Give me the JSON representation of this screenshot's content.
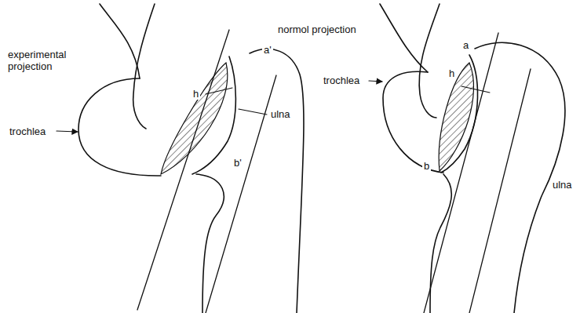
{
  "diagram": {
    "labels": [
      "experimental projection",
      "trochlea",
      "a'",
      "h",
      "ulna",
      "b'",
      "normol projection",
      "trochlea",
      "a",
      "h",
      "b",
      "ulna"
    ]
  }
}
